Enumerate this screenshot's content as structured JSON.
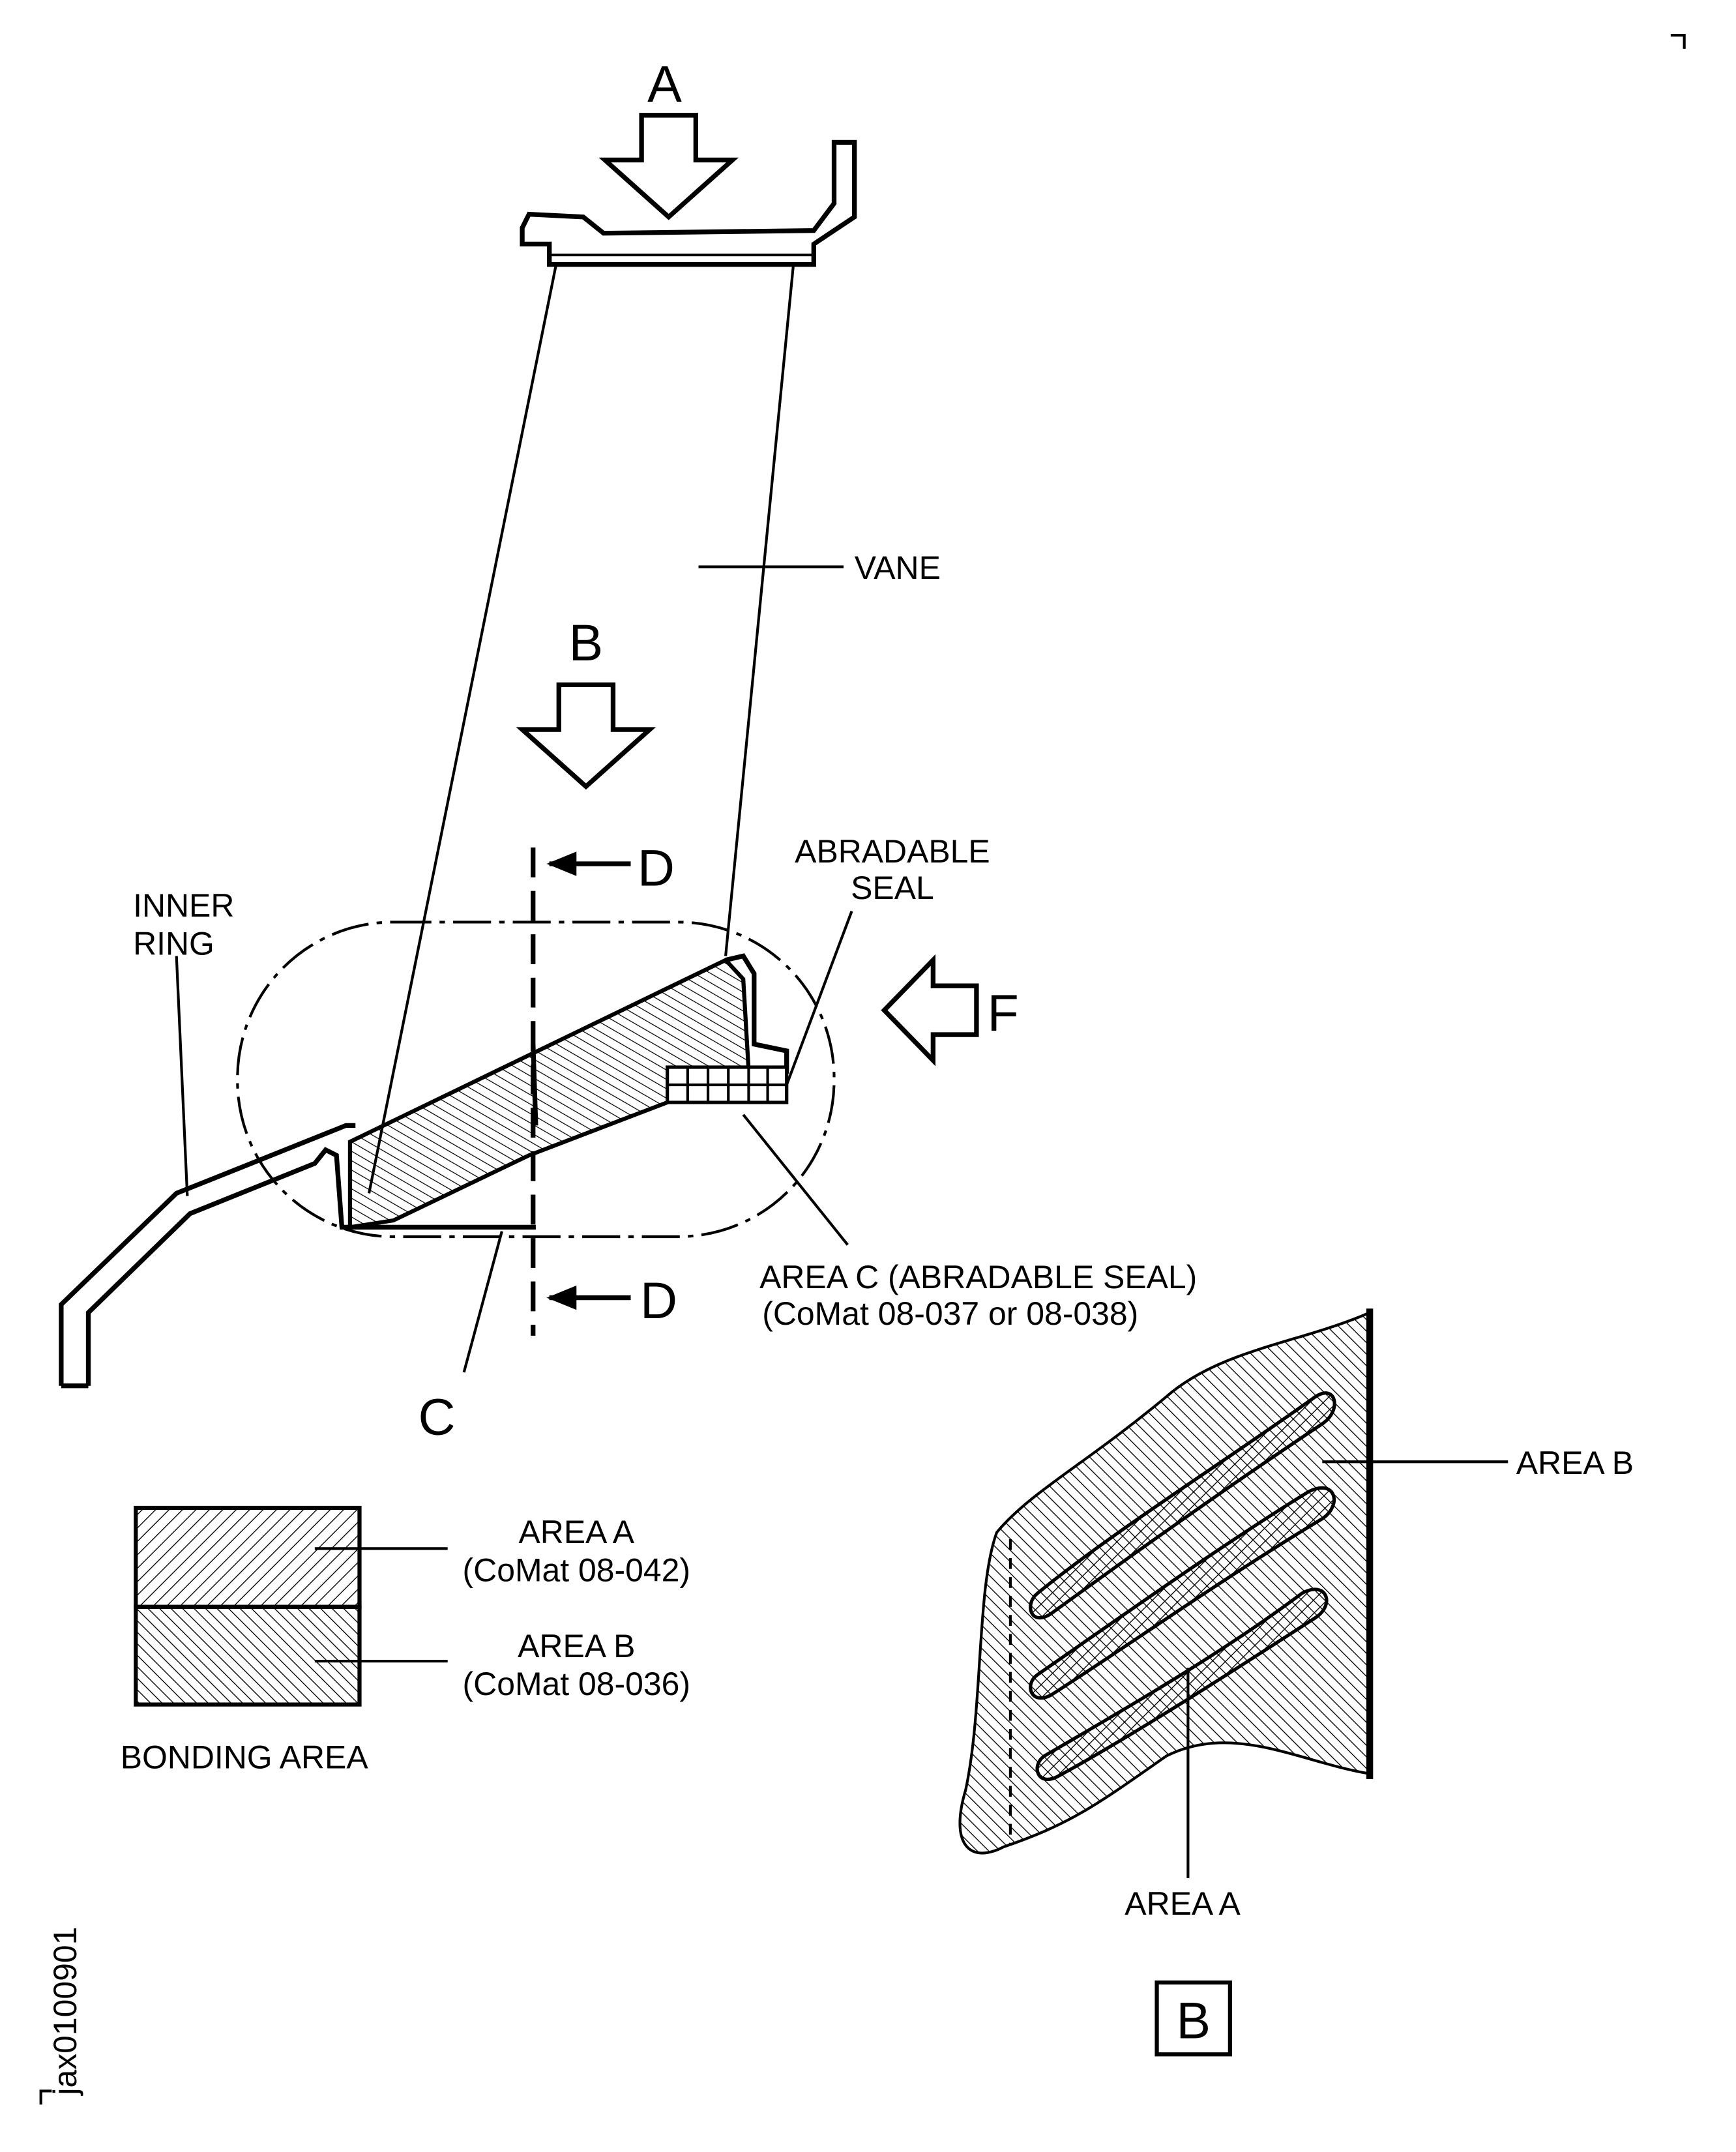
{
  "views": {
    "a": "A",
    "b": "B",
    "c": "C",
    "d": "D",
    "f": "F"
  },
  "labels": {
    "vane": "VANE",
    "inner_ring_1": "INNER",
    "inner_ring_2": "RING",
    "abradable_seal_1": "ABRADABLE",
    "abradable_seal_2": "SEAL",
    "area_c_1": "AREA C (ABRADABLE SEAL)",
    "area_c_2": "(CoMat 08-037 or 08-038)"
  },
  "legend": {
    "area_a": "AREA A",
    "area_a_mat": "(CoMat 08-042)",
    "area_b": "AREA B",
    "area_b_mat": "(CoMat 08-036)",
    "title": "BONDING AREA"
  },
  "detail_b": {
    "area_a": "AREA A",
    "area_b": "AREA B",
    "view_label": "B"
  },
  "figure_code": "jax0100901"
}
